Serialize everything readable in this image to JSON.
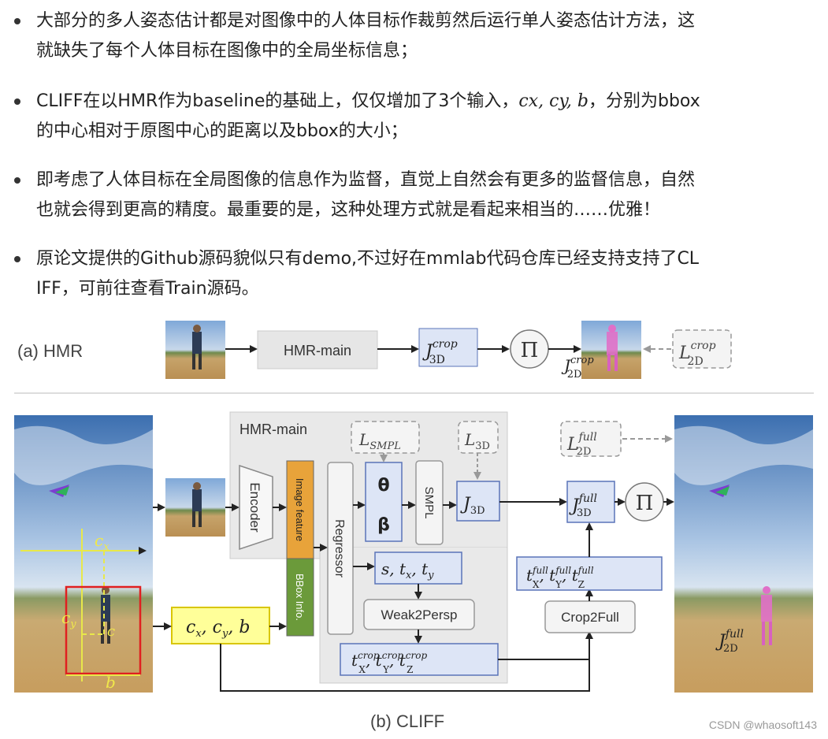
{
  "bullets": [
    {
      "line1": "大部分的多人姿态估计都是对图像中的人体目标作裁剪然后运行单人姿态估计方法，这",
      "line2": "就缺失了每个人体目标在图像中的全局坐标信息；"
    },
    {
      "line1_a": "CLIFF在以HMR作为baseline的基础上，仅仅增加了3个输入，",
      "math": "cx, cy, b",
      "line1_b": "，分别为bbox",
      "line2": "的中心相对于原图中心的距离以及bbox的大小；"
    },
    {
      "line1": "即考虑了人体目标在全局图像的信息作为监督，直觉上自然会有更多的监督信息，自然",
      "line2": "也就会得到更高的精度。最重要的是，这种处理方式就是看起来相当的……优雅！"
    },
    {
      "line1": "原论文提供的Github源码貌似只有demo,不过好在mmlab代码仓库已经支持支持了CL",
      "line2": "IFF，可前往查看Train源码。"
    }
  ],
  "figure": {
    "panel_a_label": "(a) HMR",
    "panel_b_label": "(b) CLIFF",
    "hmr_main": "HMR-main",
    "encoder": "Encoder",
    "image_feature": "Image feature",
    "bbox_info": "BBox Info.",
    "regressor": "Regressor",
    "theta": "θ",
    "beta": "β",
    "smpl": "SMPL",
    "weak2persp": "Weak2Persp",
    "crop2full": "Crop2Full",
    "pi": "Π",
    "cx_label": "c",
    "cx_sub": "x",
    "cy_label": "c",
    "cy_sub": "y",
    "c_label": "c",
    "b_label": "b",
    "j3d_crop": "J",
    "l2d_crop": "L",
    "j2d_crop": "J",
    "l_smpl": "L",
    "l_3d": "L",
    "l2d_full": "L",
    "j3d_full": "J",
    "j3d": "J",
    "j2d_full": "J",
    "sup_crop": "crop",
    "sup_full": "full",
    "sub_3d": "3D",
    "sub_2d": "2D",
    "sub_smpl": "SMPL"
  },
  "watermark": "CSDN @whaosoft143",
  "colors": {
    "blue_box": "#dde5f6",
    "blue_stroke": "#5a74b8",
    "gray_box": "#e9e9e9",
    "yellow_box": "#ffff99",
    "yellow_stroke": "#d9c600",
    "orange": "#e8a33a",
    "green": "#6b9a3a",
    "red": "#e02020"
  }
}
